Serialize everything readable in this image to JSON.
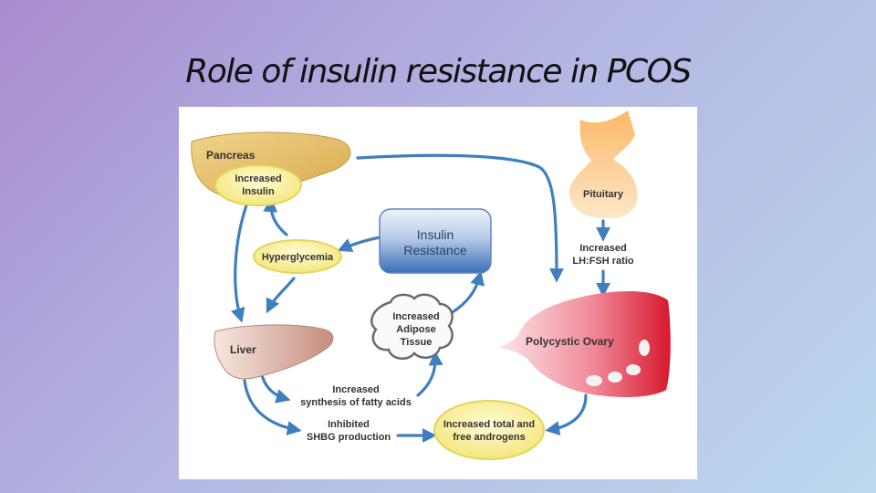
{
  "slide": {
    "title": "Role of insulin resistance in PCOS"
  },
  "diagram": {
    "pancreas": "Pancreas",
    "increased_insulin": [
      "Increased",
      "Insulin"
    ],
    "pituitary": "Pituitary",
    "insulin_resistance": [
      "Insulin",
      "Resistance"
    ],
    "hyperglycemia": "Hyperglycemia",
    "lh_fsh": [
      "Increased",
      "LH:FSH ratio"
    ],
    "adipose": [
      "Increased",
      "Adipose",
      "Tissue"
    ],
    "liver": "Liver",
    "polycystic_ovary": "Polycystic Ovary",
    "fatty_acids": [
      "Increased",
      "synthesis of fatty acids"
    ],
    "shbg": [
      "Inhibited",
      "SHBG production"
    ],
    "androgens": [
      "Increased total and",
      "free androgens"
    ]
  },
  "colors": {
    "arrow": "#3f7fc0",
    "pancreas": "#e8c36a",
    "pituitary": "#f8c47a",
    "yellow_node": "#f7ec86",
    "resistance_top": "#dde8f6",
    "resistance_bottom": "#3b72b8",
    "liver": "#cf9f92",
    "ovary": "#e0374a"
  }
}
